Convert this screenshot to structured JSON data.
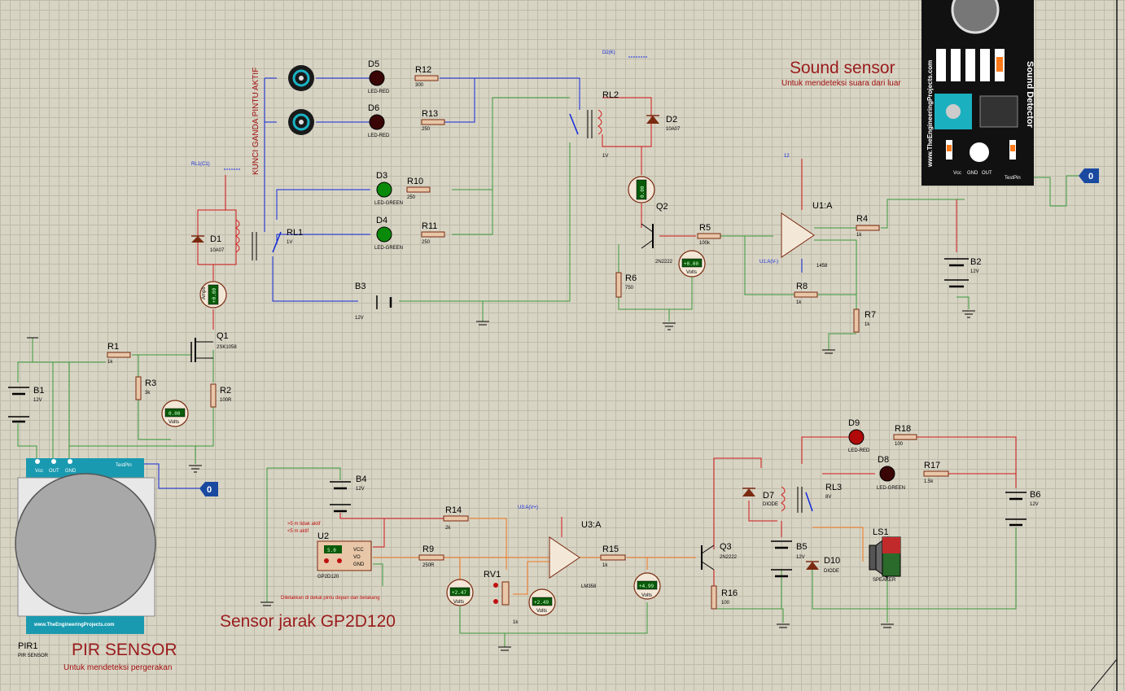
{
  "sound_sensor": {
    "title": "Sound sensor",
    "subtitle": "Untuk mendeteksi suara dari luar",
    "module_label": "Sound Detector",
    "website": "www.TheEngineeringProjects.com",
    "pins": [
      "Vcc",
      "GND",
      "OUT"
    ],
    "testpin": "TestPin",
    "probe_value": "0"
  },
  "pir_sensor": {
    "title": "PIR SENSOR",
    "subtitle": "Untuk mendeteksi pergerakan",
    "ref": "PIR1",
    "type": "PIR SENSOR",
    "website": "www.TheEngineeringProjects.com",
    "pins": [
      "Vcc",
      "OUT",
      "GND"
    ],
    "testpin": "TestPin",
    "probe_value": "0"
  },
  "distance_sensor": {
    "title": "Sensor jarak GP2D120",
    "ref": "U2",
    "type": "GP2D120",
    "display": "5.0",
    "pins": [
      "VCC",
      "VO",
      "GND"
    ],
    "note1": ">5 m tidak aktif",
    "note2": "<5 m aktif",
    "placement_note": "Diletakkan di dekat pintu depan dan belakang"
  },
  "lock_label": "KUNCI GANDA PINTU AKTIF",
  "terminals": {
    "rl1_c1": "RL1(C1)",
    "d2_k": "D2(K)",
    "v12": "12",
    "u1_vminus": "U1:A(V-)",
    "u3_vplus": "U3:A(V+)"
  },
  "leds": {
    "d5": {
      "ref": "D5",
      "type": "LED-RED"
    },
    "d6": {
      "ref": "D6",
      "type": "LED-RED"
    },
    "d3": {
      "ref": "D3",
      "type": "LED-GREEN"
    },
    "d4": {
      "ref": "D4",
      "type": "LED-GREEN"
    },
    "d9": {
      "ref": "D9",
      "type": "LED-RED"
    },
    "d8": {
      "ref": "D8",
      "type": "LED-GREEN"
    }
  },
  "resistors": {
    "r12": {
      "ref": "R12",
      "value": "300"
    },
    "r13": {
      "ref": "R13",
      "value": "250"
    },
    "r10": {
      "ref": "R10",
      "value": "250"
    },
    "r11": {
      "ref": "R11",
      "value": "250"
    },
    "r5": {
      "ref": "R5",
      "value": "100k"
    },
    "r4": {
      "ref": "R4",
      "value": "1k"
    },
    "r6": {
      "ref": "R6",
      "value": "750"
    },
    "r8": {
      "ref": "R8",
      "value": "1k"
    },
    "r7": {
      "ref": "R7",
      "value": "1k"
    },
    "r1": {
      "ref": "R1",
      "value": "1k"
    },
    "r3": {
      "ref": "R3",
      "value": "3k"
    },
    "r2": {
      "ref": "R2",
      "value": "100R"
    },
    "r14": {
      "ref": "R14",
      "value": "2k"
    },
    "r9": {
      "ref": "R9",
      "value": "250R"
    },
    "r15": {
      "ref": "R15",
      "value": "1k"
    },
    "r16": {
      "ref": "R16",
      "value": "100"
    },
    "r18": {
      "ref": "R18",
      "value": "100"
    },
    "r17": {
      "ref": "R17",
      "value": "1.5k"
    },
    "rv1": {
      "ref": "RV1",
      "value": "1k"
    }
  },
  "relays": {
    "rl1": {
      "ref": "RL1",
      "value": "1V"
    },
    "rl2": {
      "ref": "RL2",
      "value": "1V"
    },
    "rl3": {
      "ref": "RL3",
      "value": "8V"
    }
  },
  "diodes": {
    "d1": {
      "ref": "D1",
      "type": "10A07"
    },
    "d2": {
      "ref": "D2",
      "type": "10A07"
    },
    "d7": {
      "ref": "D7",
      "type": "DIODE"
    },
    "d10": {
      "ref": "D10",
      "type": "DIODE"
    }
  },
  "transistors": {
    "q1": {
      "ref": "Q1",
      "type": "2SK1058"
    },
    "q2": {
      "ref": "Q2",
      "type": "2N2222"
    },
    "q3": {
      "ref": "Q3",
      "type": "2N2222"
    }
  },
  "opamps": {
    "u1": {
      "ref": "U1:A",
      "type": "1458"
    },
    "u3": {
      "ref": "U3:A",
      "type": "LM358"
    }
  },
  "batteries": {
    "b1": {
      "ref": "B1",
      "value": "12V"
    },
    "b2": {
      "ref": "B2",
      "value": "12V"
    },
    "b3": {
      "ref": "B3",
      "value": "12V"
    },
    "b4": {
      "ref": "B4",
      "value": "12V"
    },
    "b5": {
      "ref": "B5",
      "value": "12V"
    },
    "b6": {
      "ref": "B6",
      "value": "12V"
    }
  },
  "speaker": {
    "ref": "LS1",
    "type": "SPEAKER"
  },
  "meters": {
    "m_q1": {
      "value": "+0.00",
      "unit": "Amps"
    },
    "m_r3": {
      "value": "0.00",
      "unit": "Volts"
    },
    "m_q2": {
      "value": "0.00",
      "unit": "Amps"
    },
    "m_r5": {
      "value": "+0.00",
      "unit": "Volts"
    },
    "m_u3in": {
      "value": "+2.47",
      "unit": "Volts"
    },
    "m_rv1": {
      "value": "+2.49",
      "unit": "Volts"
    },
    "m_r15": {
      "value": "+4.99",
      "unit": "Volts"
    }
  },
  "colors": {
    "wire_red": "#d01818",
    "wire_green": "#3a9a3a",
    "wire_blue": "#1028d8",
    "wire_orange": "#f07820",
    "title": "#9a1c1c",
    "sheet": "#d8d4c4"
  }
}
